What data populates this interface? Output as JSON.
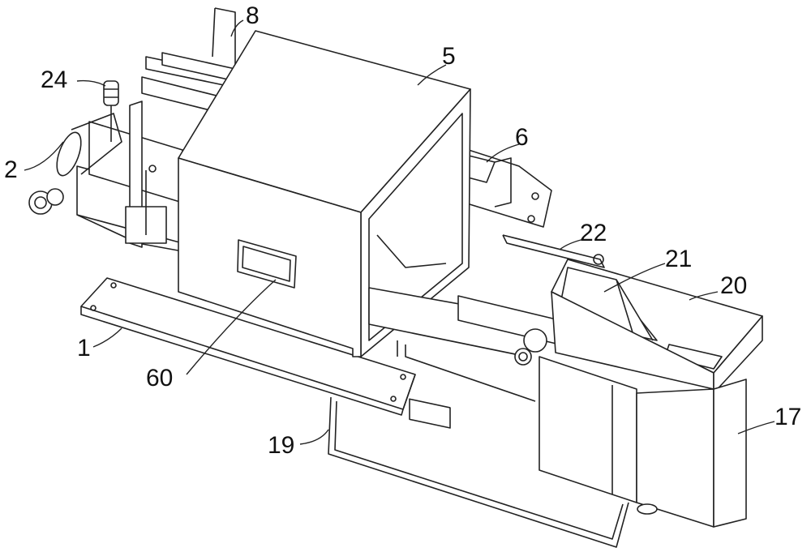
{
  "figure": {
    "labels": {
      "l8": "8",
      "l5": "5",
      "l24": "24",
      "l2": "2",
      "l6": "6",
      "l22": "22",
      "l21": "21",
      "l20": "20",
      "l1": "1",
      "l60": "60",
      "l19": "19",
      "l17": "17"
    }
  }
}
